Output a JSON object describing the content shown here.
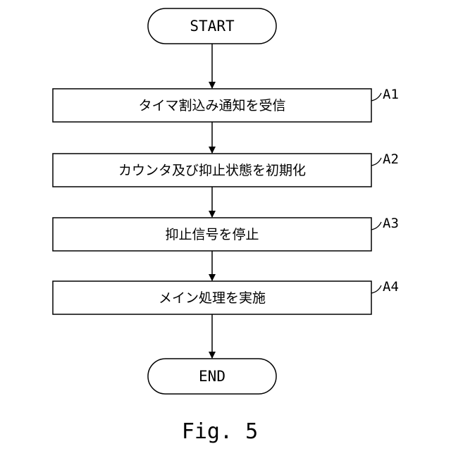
{
  "start_label": "START",
  "end_label": "END",
  "steps": [
    {
      "ref": "A1",
      "text": "タイマ割込み通知を受信"
    },
    {
      "ref": "A2",
      "text": "カウンタ及び抑止状態を初期化"
    },
    {
      "ref": "A3",
      "text": "抑止信号を停止"
    },
    {
      "ref": "A4",
      "text": "メイン処理を実施"
    }
  ],
  "caption": "Fig. 5",
  "colors": {
    "line": "#000000",
    "background": "#ffffff"
  }
}
